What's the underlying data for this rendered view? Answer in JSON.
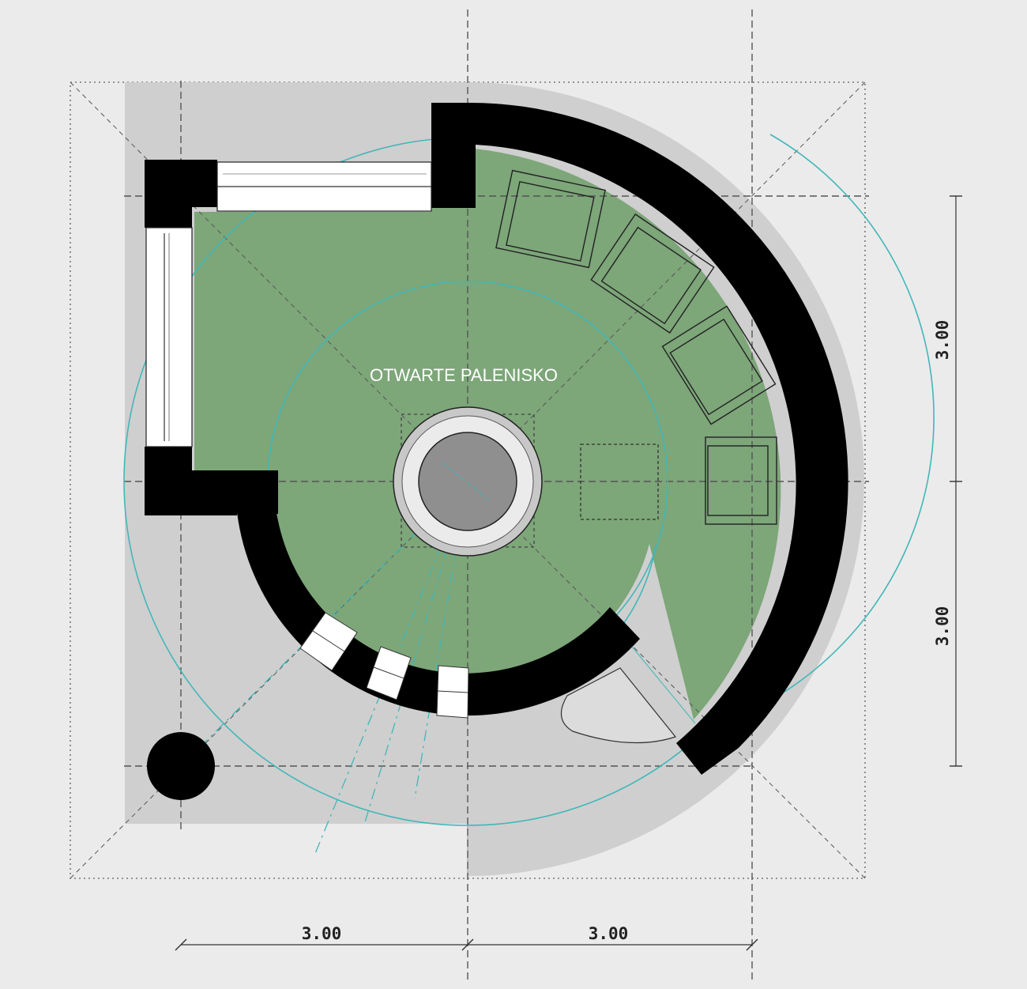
{
  "plan": {
    "room_label": "OTWARTE PALENISKO",
    "dimensions": {
      "bottom_left": "3.00",
      "bottom_right": "3.00",
      "right_top": "3.00",
      "right_bottom": "3.00"
    },
    "colors": {
      "background": "#ebebeb",
      "site": "#cfcfcf",
      "floor": "#7da679",
      "wall": "#000000",
      "hearth_ring": "#c8c8c8",
      "hearth_pit": "#8f8f8f",
      "construction_line": "#41b7b8"
    }
  }
}
